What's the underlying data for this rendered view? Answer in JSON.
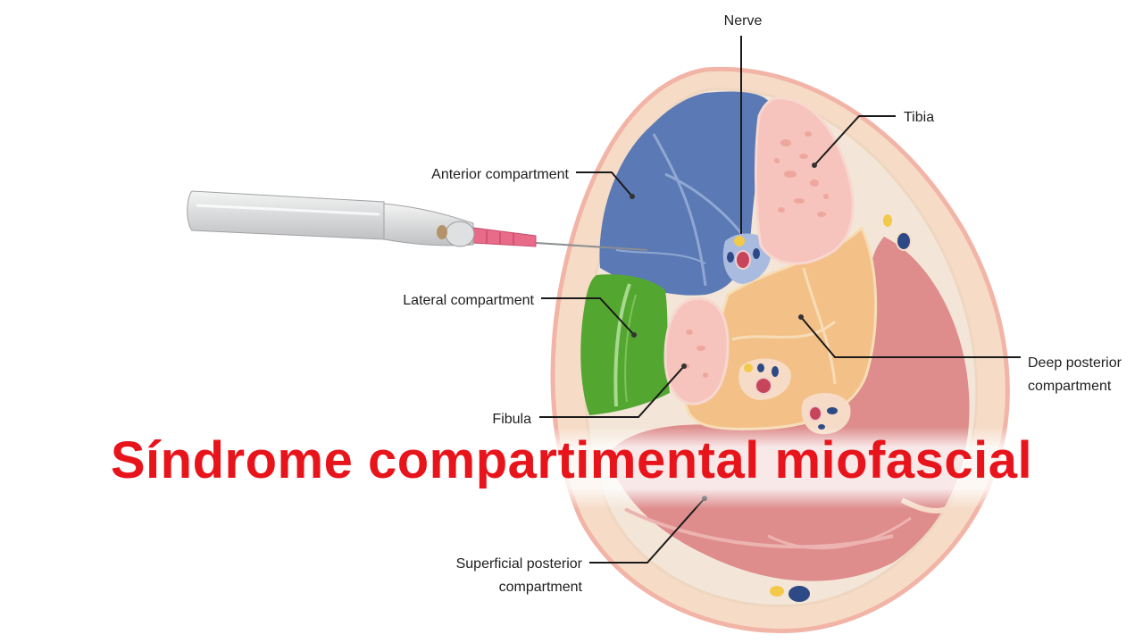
{
  "title": "Síndrome compartimental miofascial",
  "labels": {
    "nerve": "Nerve",
    "tibia": "Tibia",
    "anterior": "Anterior compartment",
    "lateral": "Lateral compartment",
    "deep_line1": "Deep posterior",
    "deep_line2": "compartment",
    "fibula": "Fibula",
    "superficial_line1": "Superficial posterior",
    "superficial_line2": "compartment"
  },
  "colors": {
    "title": "#e8141b",
    "skin": "#f6dcc7",
    "skin_edge": "#f2b4a6",
    "anterior": "#5b79b5",
    "lateral": "#53a731",
    "bone": "#f6c4bc",
    "deep_posterior": "#f3c187",
    "superficial_posterior": "#de8c8c",
    "needle_hub": "#e86b8a"
  }
}
